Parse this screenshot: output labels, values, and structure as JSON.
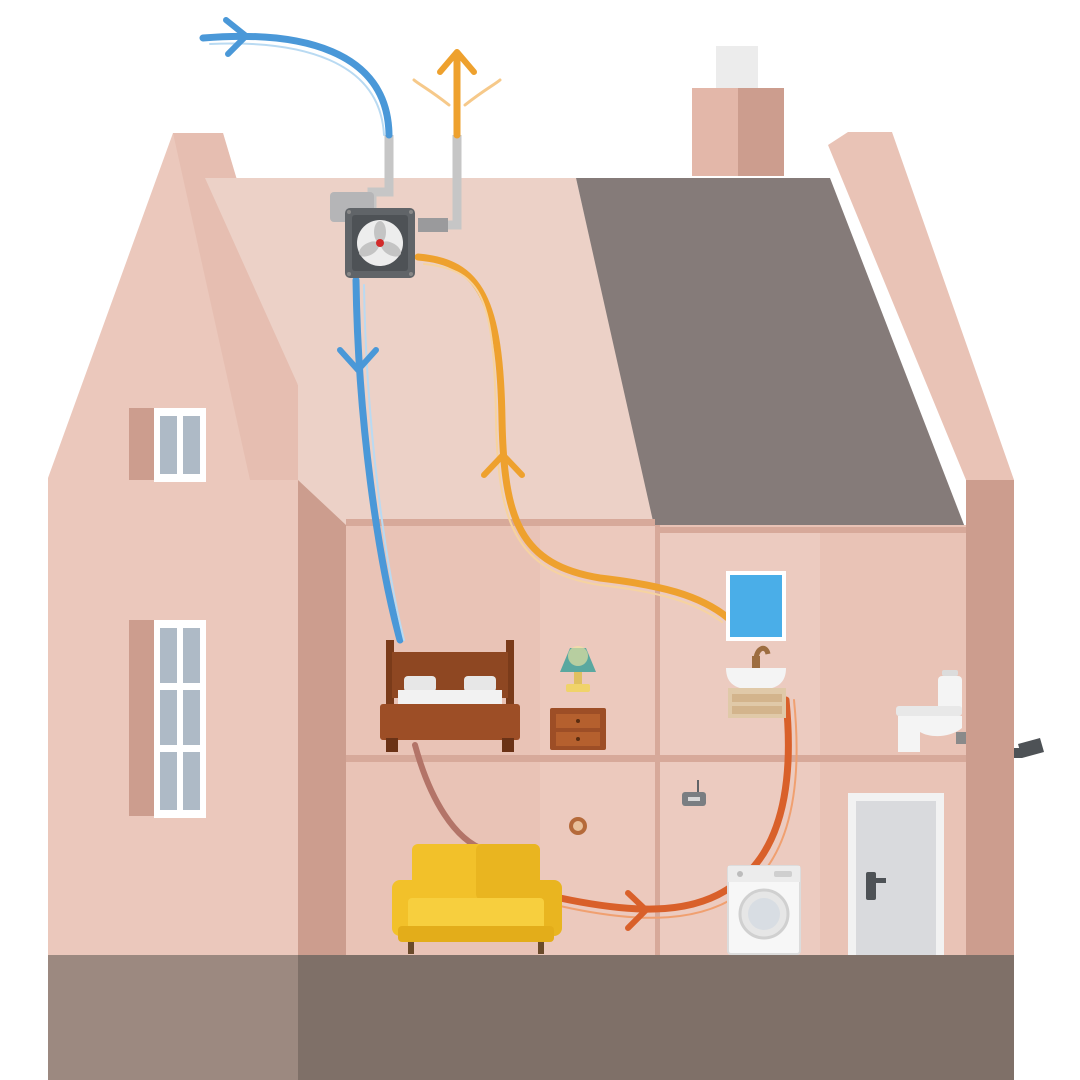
{
  "colors": {
    "background": "#ffffff",
    "wall_light": "#ebc8bc",
    "wall_mid": "#e7bfb1",
    "wall_dark": "#cc9d8e",
    "attic": "#ecd1c7",
    "roof_slate": "#857b79",
    "floor_beam": "#d7a99a",
    "ground_front": "#7f7068",
    "ground_side": "#9c8980",
    "window_glass": "#aebac6",
    "supply_air": "#4a98d8",
    "exhaust_air": "#eea12e",
    "extract_air": "#d9602a",
    "transfer_air": "#b37468",
    "fan_unit": "#606468",
    "sofa": "#f2c12a",
    "bed_wood": "#9d4e26",
    "mirror": "#4aaee8",
    "door": "#d9dadd"
  },
  "icons": [
    "mvhr-fan-unit",
    "fresh-air-intake",
    "stale-air-exhaust",
    "bed",
    "bedside-lamp",
    "mirror",
    "washbasin",
    "toilet",
    "sofa",
    "washing-machine",
    "front-door",
    "wall-sensor",
    "ceiling-vent",
    "outdoor-lamp"
  ]
}
